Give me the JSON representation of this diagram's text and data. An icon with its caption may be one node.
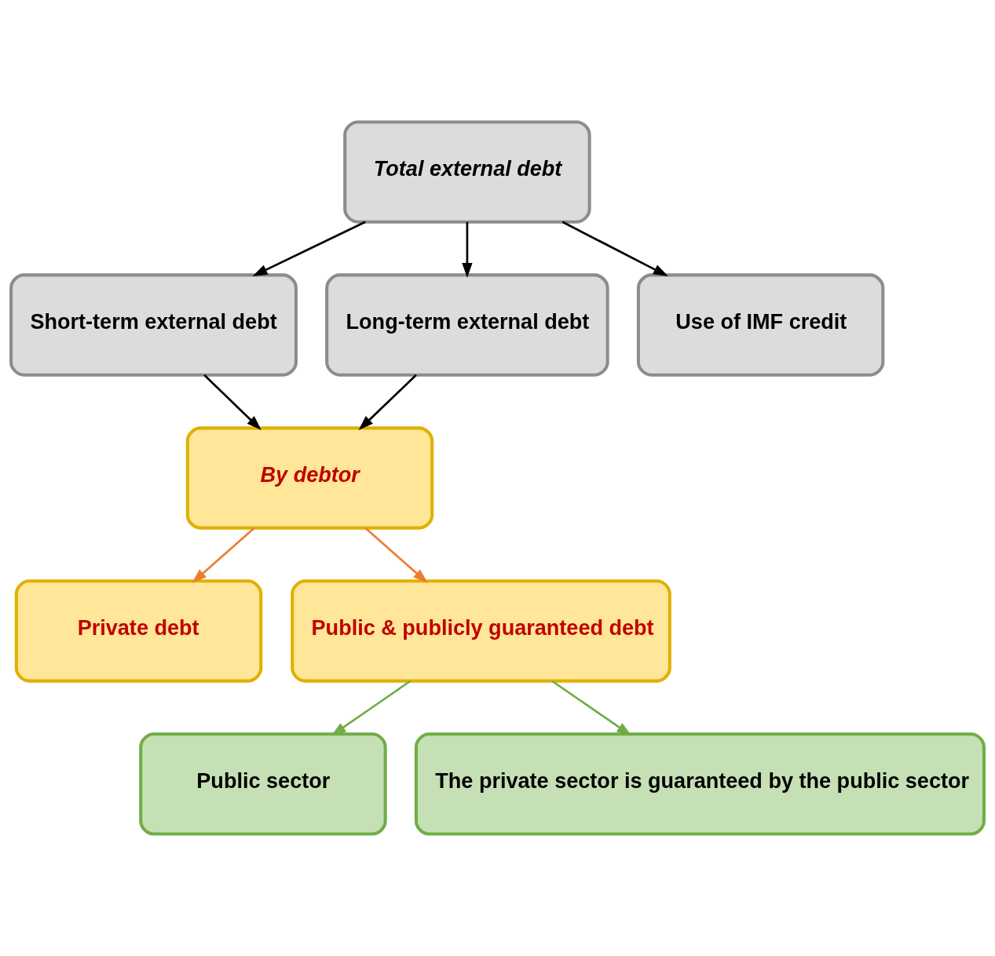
{
  "diagram": {
    "nodes": [
      {
        "text": [
          "Total external debt"
        ]
      },
      {
        "text": [
          "Short-term external debt"
        ]
      },
      {
        "text": [
          "Long-term external debt"
        ]
      },
      {
        "text": [
          "Use of IMF credit"
        ]
      },
      {
        "text": [
          "By debtor"
        ]
      },
      {
        "text": [
          "Private debt"
        ]
      },
      {
        "text": [
          "Public & publicly guaranteed debt"
        ]
      },
      {
        "text": [
          "Public sector"
        ]
      },
      {
        "text": [
          "The private sector is guaranteed by the public sector"
        ]
      }
    ],
    "edges": [
      {
        "from": 0,
        "to": 1,
        "arrow": "to"
      },
      {
        "from": 0,
        "to": 2,
        "arrow": "to"
      },
      {
        "from": 0,
        "to": 3,
        "arrow": "to"
      },
      {
        "from": 1,
        "to": 4,
        "arrow": "to"
      },
      {
        "from": 2,
        "to": 4,
        "arrow": "to"
      },
      {
        "from": 4,
        "to": 5,
        "arrow": "to",
        "color": "#ed7d31"
      },
      {
        "from": 4,
        "to": 6,
        "arrow": "to",
        "color": "#ed7d31"
      },
      {
        "from": 6,
        "to": 7,
        "arrow": "to",
        "color": "#70ad47"
      },
      {
        "from": 6,
        "to": 8,
        "arrow": "to",
        "color": "#70ad47"
      }
    ]
  }
}
